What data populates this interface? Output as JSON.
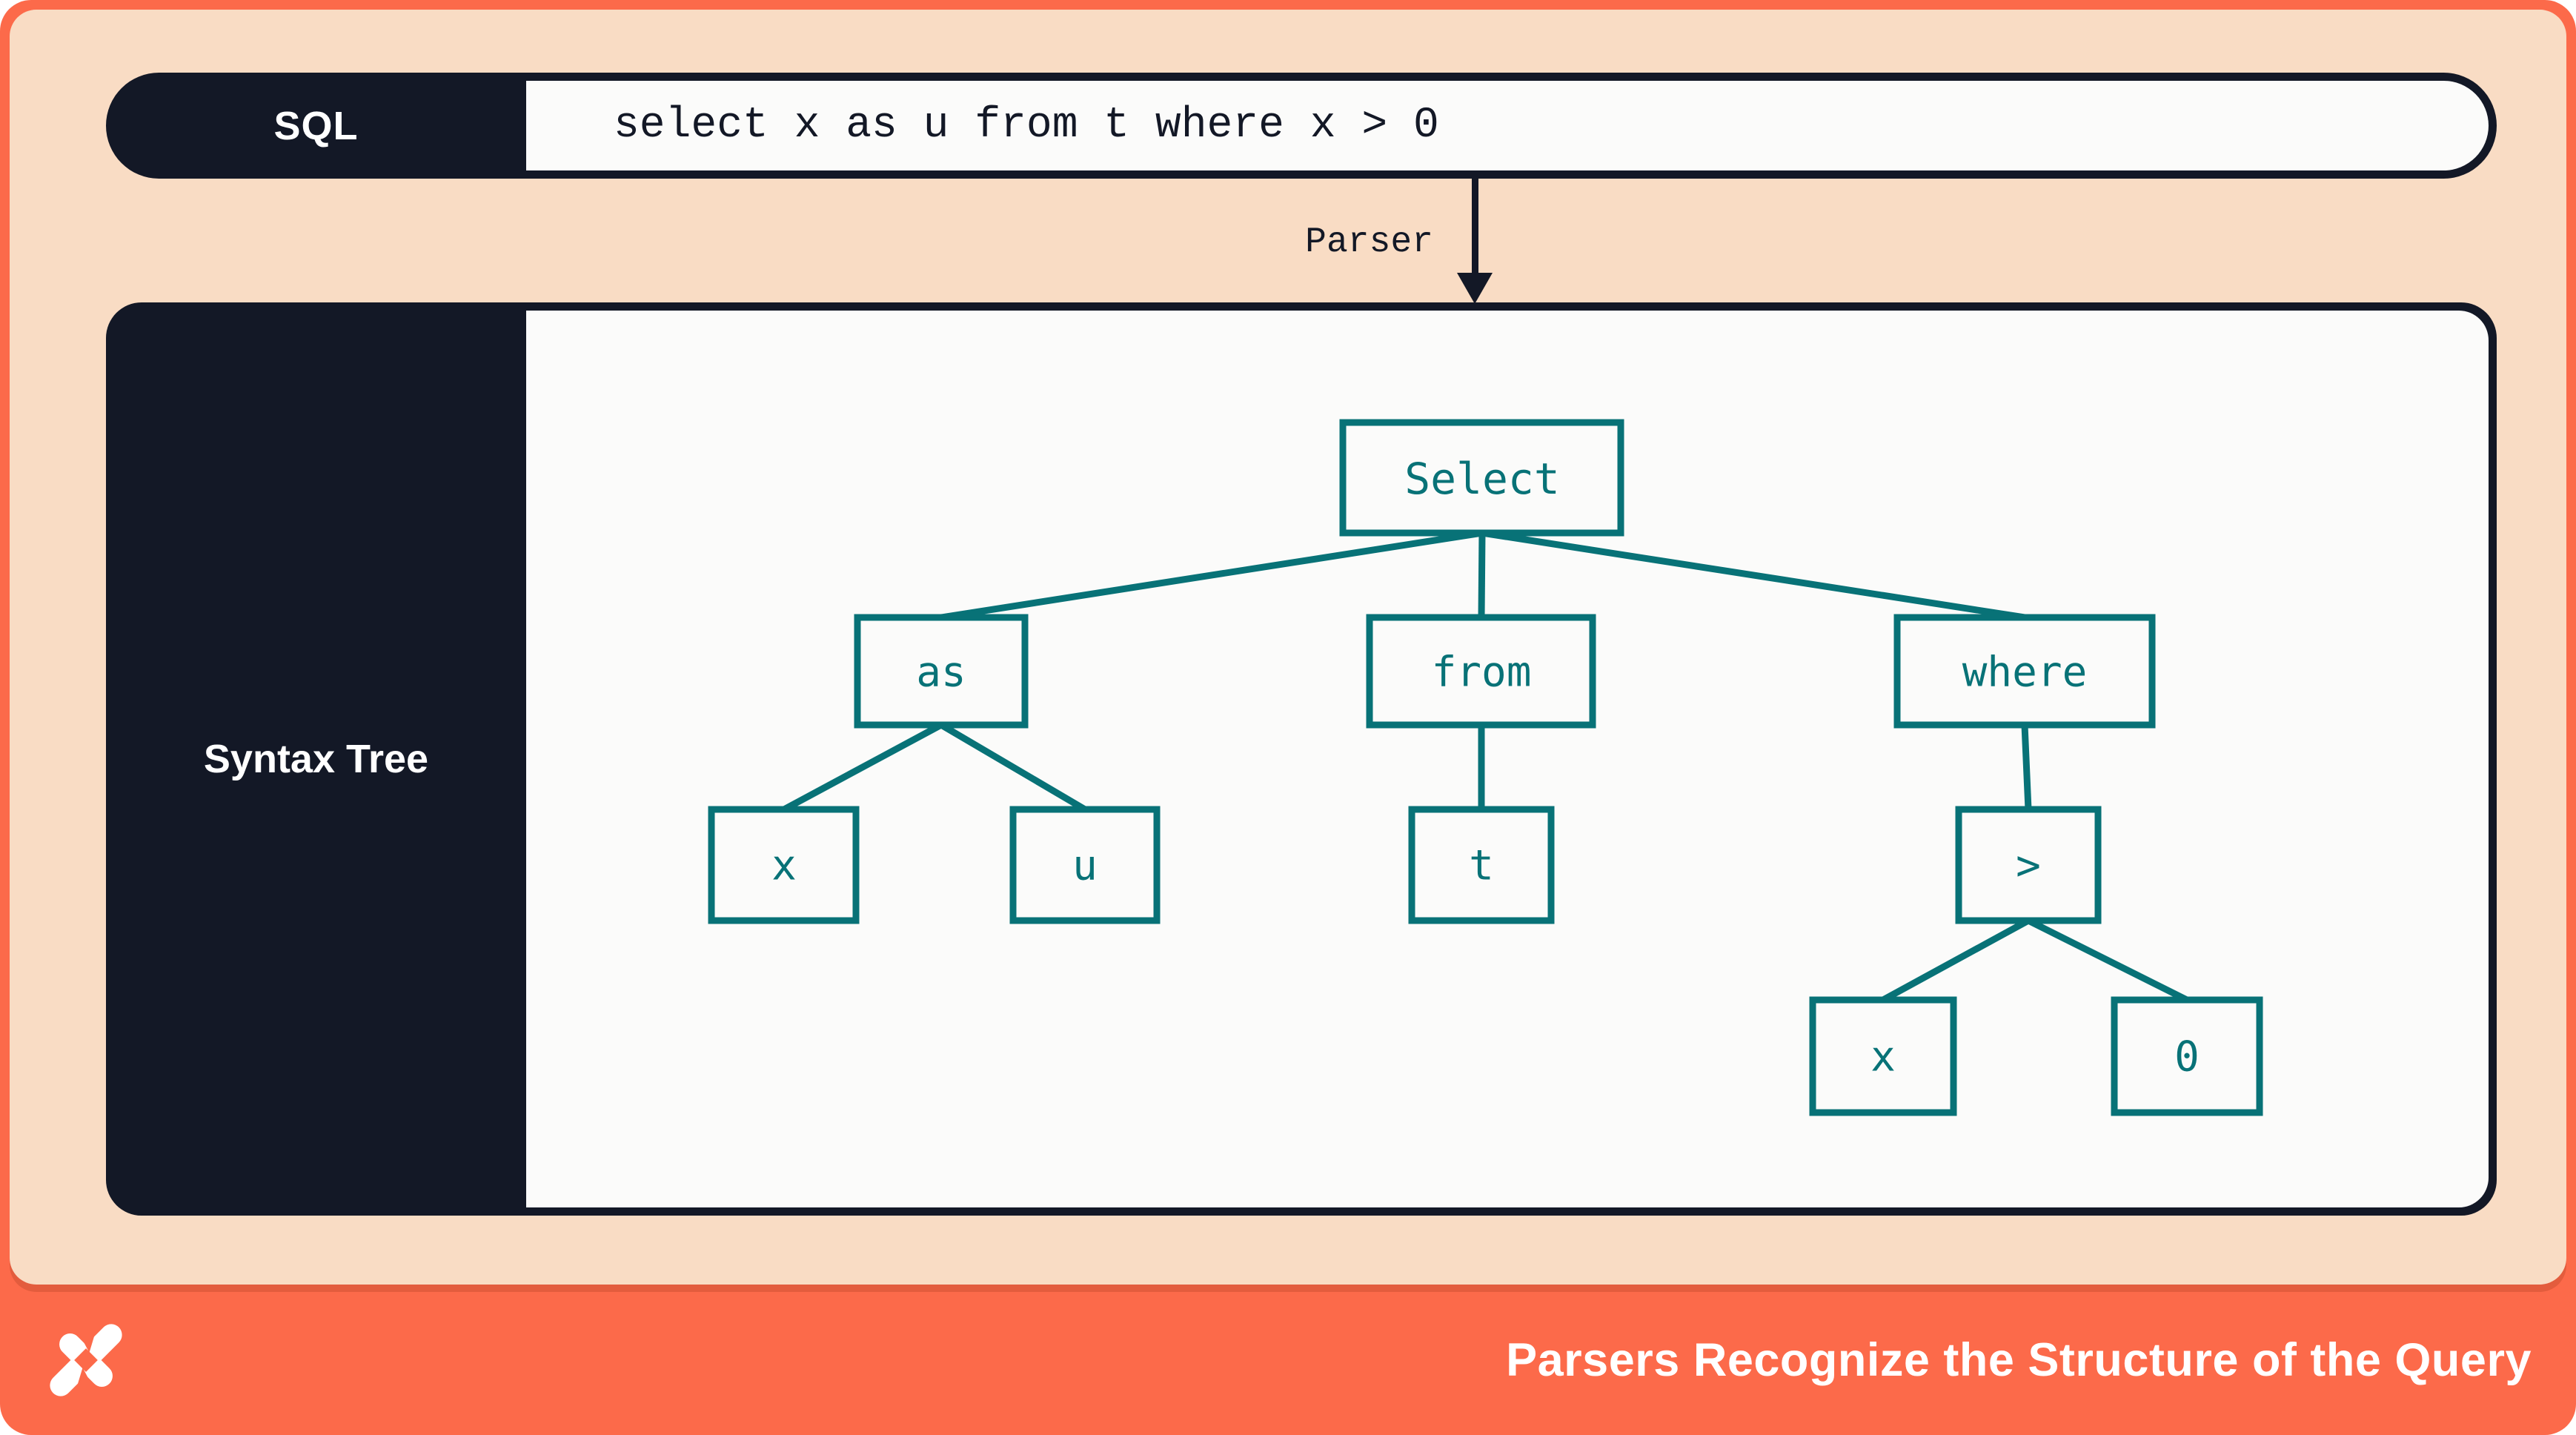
{
  "header": {
    "label": "SQL",
    "code": "select x as u from t where x > 0"
  },
  "parser": {
    "label": "Parser"
  },
  "panel": {
    "label": "Syntax Tree"
  },
  "tree": {
    "nodes": {
      "select": "Select",
      "as": "as",
      "from": "from",
      "where": "where",
      "x1": "x",
      "u": "u",
      "t": "t",
      "gt": ">",
      "x2": "x",
      "zero": "0"
    },
    "edges": [
      [
        "select",
        "as"
      ],
      [
        "select",
        "from"
      ],
      [
        "select",
        "where"
      ],
      [
        "as",
        "x1"
      ],
      [
        "as",
        "u"
      ],
      [
        "from",
        "t"
      ],
      [
        "where",
        "gt"
      ],
      [
        "gt",
        "x2"
      ],
      [
        "gt",
        "zero"
      ]
    ]
  },
  "footer": {
    "title": "Parsers Recognize the Structure of the Query",
    "logo": "dolt-logo"
  },
  "colors": {
    "orange": "#FC6A4A",
    "peach": "#F9DCC4",
    "navy": "#131826",
    "teal": "#087277",
    "off_white": "#FBFBFA"
  }
}
